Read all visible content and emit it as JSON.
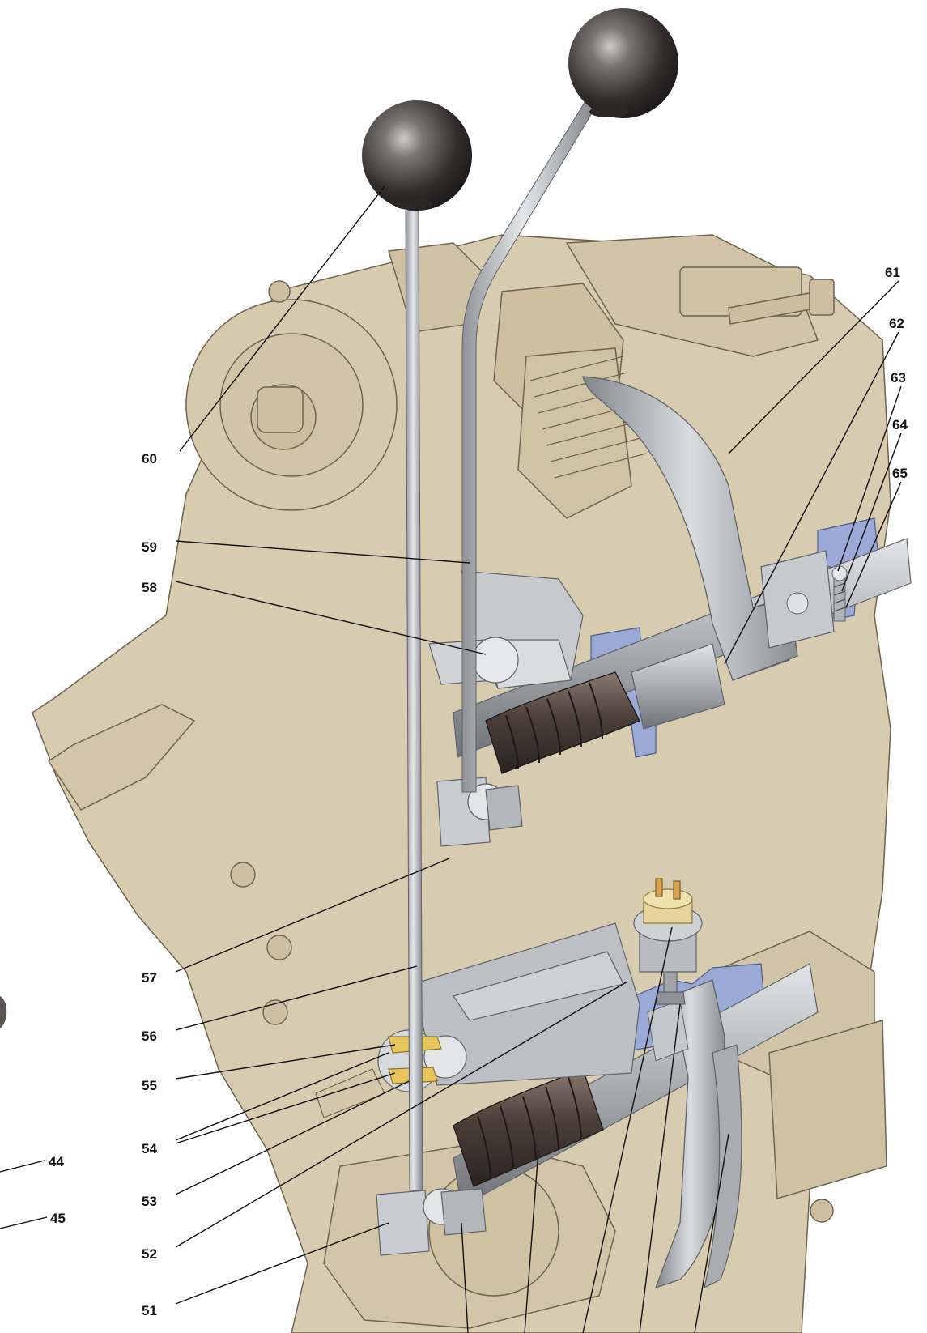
{
  "colors": {
    "background": "#ffffff",
    "housing": "#d8ccb0",
    "housing_line": "#6e6450",
    "metal": "#b9bcc0",
    "metal_dark": "#7d8186",
    "knob": "#3a3837",
    "boot": "#4a3f38",
    "blue_section": "#9aa9d6",
    "switch_top": "#e6d49a",
    "leader": "#111111"
  },
  "callouts": [
    {
      "id": "60",
      "label": "60"
    },
    {
      "id": "59",
      "label": "59"
    },
    {
      "id": "58",
      "label": "58"
    },
    {
      "id": "57",
      "label": "57"
    },
    {
      "id": "56",
      "label": "56"
    },
    {
      "id": "55",
      "label": "55"
    },
    {
      "id": "54",
      "label": "54"
    },
    {
      "id": "53",
      "label": "53"
    },
    {
      "id": "52",
      "label": "52"
    },
    {
      "id": "51",
      "label": "51"
    },
    {
      "id": "61",
      "label": "61"
    },
    {
      "id": "62",
      "label": "62"
    },
    {
      "id": "63",
      "label": "63"
    },
    {
      "id": "64",
      "label": "64"
    },
    {
      "id": "65",
      "label": "65"
    },
    {
      "id": "44",
      "label": "44"
    },
    {
      "id": "45",
      "label": "45"
    }
  ]
}
